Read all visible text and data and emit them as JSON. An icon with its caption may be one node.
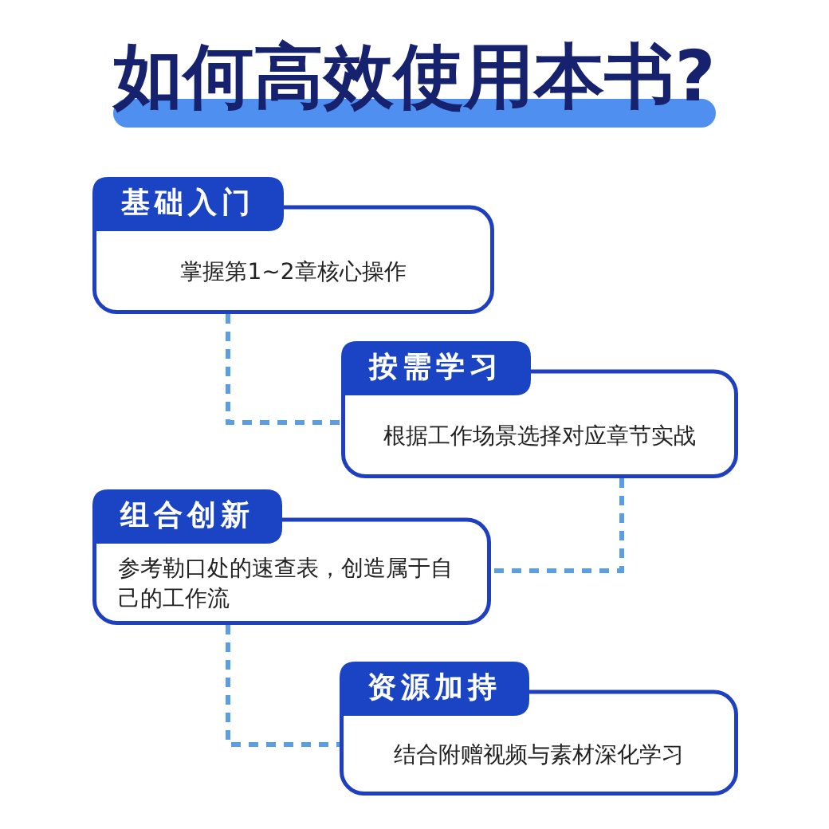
{
  "diagram": {
    "title": "如何高效使用本书?",
    "nodes": [
      {
        "text": [
          "基础入门",
          "掌握第1~2章核心操作"
        ]
      },
      {
        "text": [
          "按需学习",
          "根据工作场景选择对应章节实战"
        ]
      },
      {
        "text": [
          "组合创新",
          "参考勒口处的速查表，创造属于自己的工作流"
        ]
      },
      {
        "text": [
          "资源加持",
          "结合附赠视频与素材深化学习"
        ]
      }
    ],
    "edges": [
      {
        "from": 0,
        "to": 1,
        "arrow": "none",
        "style": "dashed"
      },
      {
        "from": 1,
        "to": 2,
        "arrow": "none",
        "style": "dashed"
      },
      {
        "from": 2,
        "to": 3,
        "arrow": "none",
        "style": "dashed"
      }
    ]
  }
}
